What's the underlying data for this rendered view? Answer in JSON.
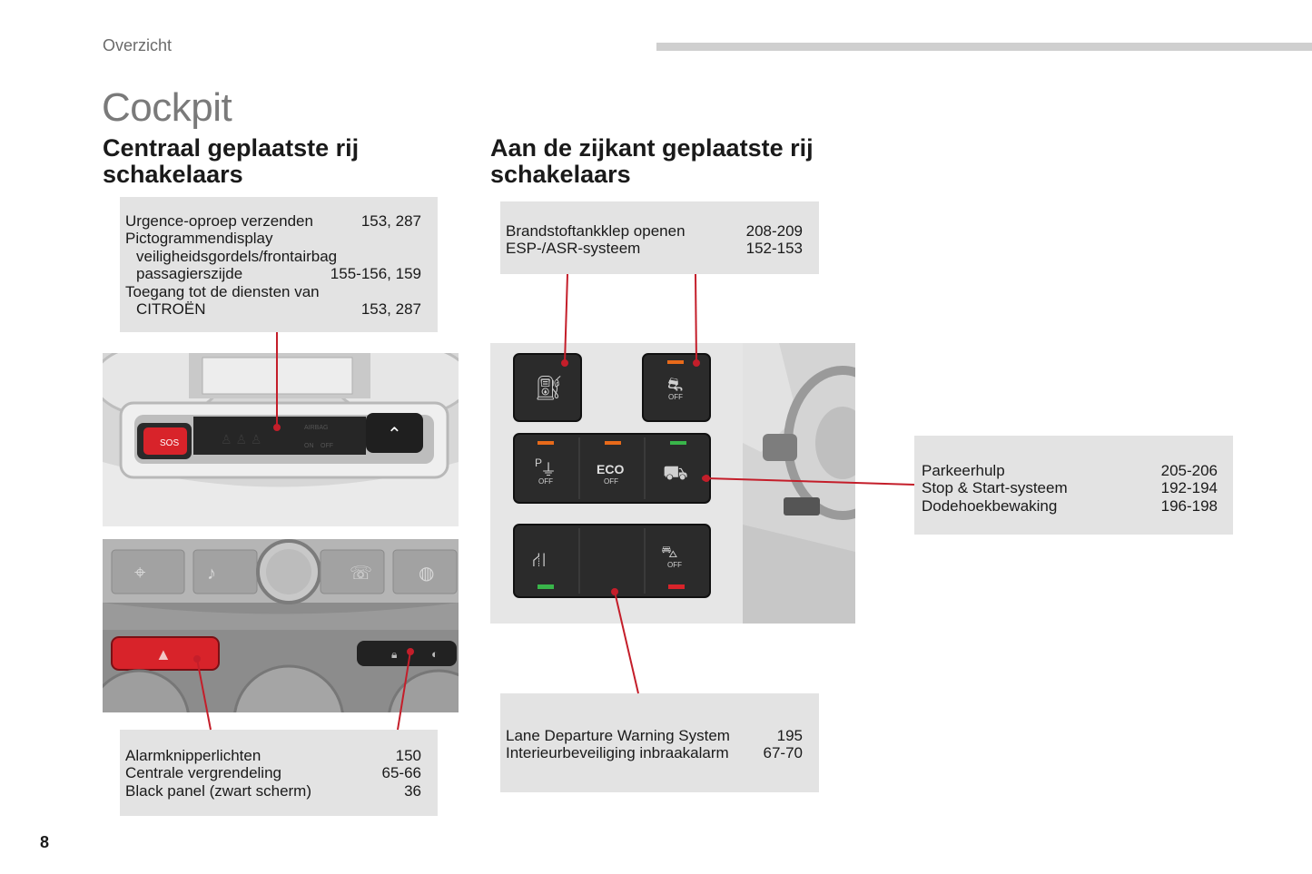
{
  "header": {
    "section": "Overzicht",
    "title": "Cockpit"
  },
  "left": {
    "heading_line1": "Centraal geplaatste rij",
    "heading_line2": "schakelaars",
    "top_box": {
      "r1_label": "Urgence-oproep verzenden",
      "r1_pages": "153, 287",
      "r2_label": "Pictogrammendisplay",
      "r3_label": "veiligheidsgordels/frontairbag",
      "r4_label": "passagierszijde",
      "r4_pages": "155-156, 159",
      "r5_label": "Toegang tot de diensten van",
      "r6_label": "CITROËN",
      "r6_pages": "153, 287"
    },
    "bottom_box": {
      "r1_label": "Alarmknipperlichten",
      "r1_pages": "150",
      "r2_label": "Centrale vergrendeling",
      "r2_pages": "65-66",
      "r3_label": "Black panel (zwart scherm)",
      "r3_pages": "36"
    },
    "photo1": {
      "sos_label": "SOS",
      "airbag_label": "AIRBAG",
      "on_label": "ON",
      "off_label": "OFF"
    }
  },
  "right": {
    "heading_line1": "Aan de zijkant geplaatste rij",
    "heading_line2": "schakelaars",
    "top_box": {
      "r1_label": "Brandstoftankklep openen",
      "r1_pages": "208-209",
      "r2_label": "ESP-/ASR-systeem",
      "r2_pages": "152-153"
    },
    "side_box": {
      "r1_label": "Parkeerhulp",
      "r1_pages": "205-206",
      "r2_label": "Stop & Start-systeem",
      "r2_pages": "192-194",
      "r3_label": "Dodehoekbewaking",
      "r3_pages": "196-198"
    },
    "bottom_box": {
      "r1_label": "Lane Departure Warning System",
      "r1_pages": "195",
      "r2_label": "Interieurbeveiliging inbraakalarm",
      "r2_pages": "67-70"
    },
    "buttons": {
      "off": "OFF",
      "eco": "ECO",
      "p": "P"
    }
  },
  "footer": {
    "page_number": "8"
  },
  "colors": {
    "callout_line": "#c41e2a",
    "box_bg": "#e3e3e3",
    "hazard_red": "#d8232a",
    "led_orange": "#e86a1a",
    "led_green": "#39b54a"
  }
}
